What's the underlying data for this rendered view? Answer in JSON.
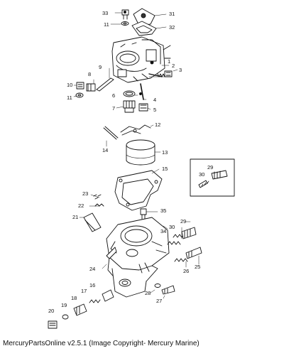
{
  "caption": "MercuryPartsOnline v2.5.1 (Image Copyright- Mercury Marine)",
  "callouts": [
    "1",
    "2",
    "3",
    "4",
    "5",
    "6",
    "7",
    "8",
    "9",
    "10",
    "11",
    "11",
    "12",
    "13",
    "14",
    "15",
    "16",
    "17",
    "18",
    "19",
    "20",
    "21",
    "22",
    "23",
    "24",
    "25",
    "26",
    "27",
    "28",
    "29",
    "29",
    "30",
    "30",
    "31",
    "32",
    "33",
    "34",
    "35"
  ]
}
